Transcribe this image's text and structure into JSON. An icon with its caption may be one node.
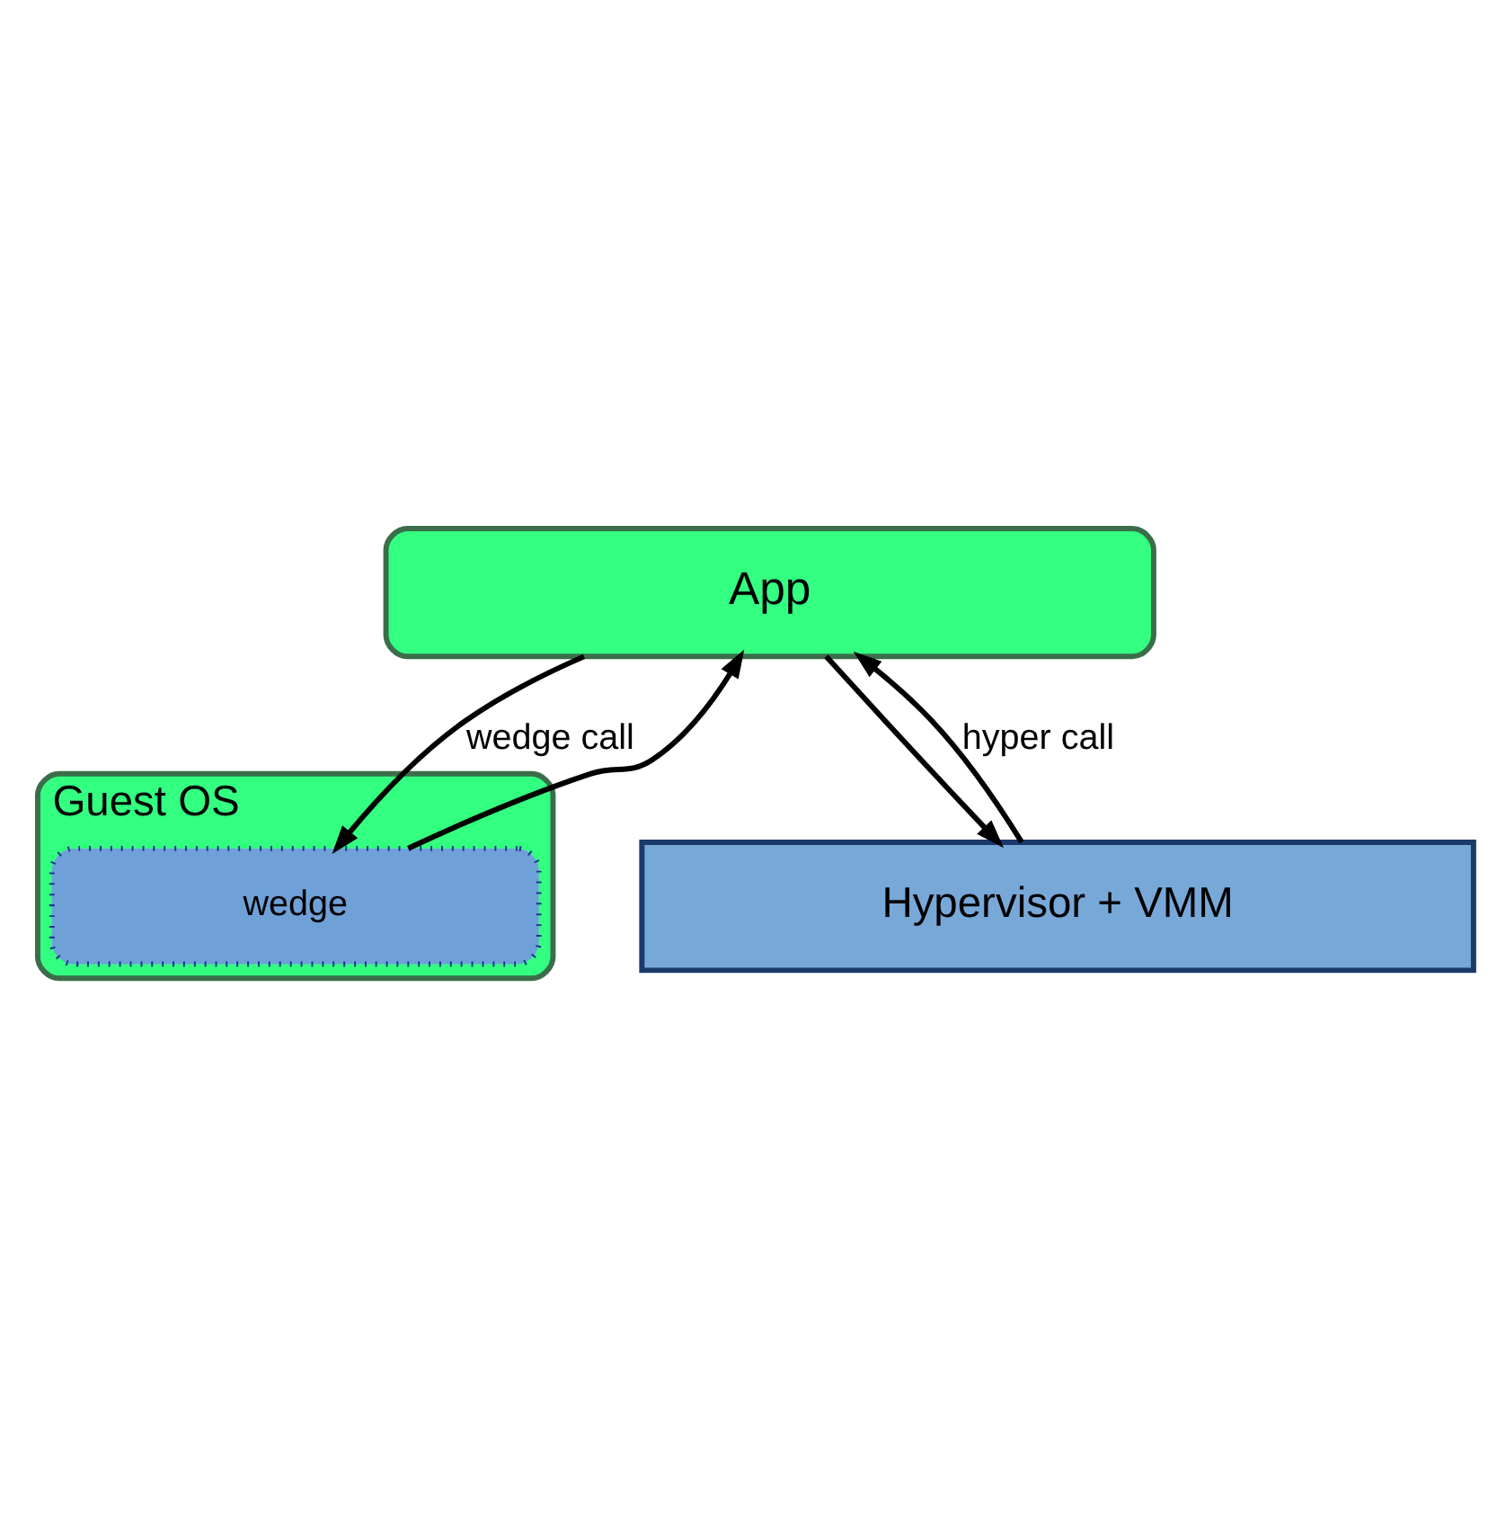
{
  "diagram": {
    "nodes": [
      {
        "text": [
          "App"
        ]
      },
      {
        "text": [
          "Guest OS"
        ]
      },
      {
        "text": [
          "wedge"
        ],
        "in": 1
      },
      {
        "text": [
          "Hypervisor + VMM"
        ]
      }
    ],
    "edges": [
      {
        "from": 0,
        "to": 2,
        "arrow": "to",
        "label": "wedge call"
      },
      {
        "from": 2,
        "to": 0,
        "arrow": "to"
      },
      {
        "from": 0,
        "to": 3,
        "arrow": "to"
      },
      {
        "from": 3,
        "to": 0,
        "arrow": "to",
        "label": "hyper call"
      }
    ]
  }
}
